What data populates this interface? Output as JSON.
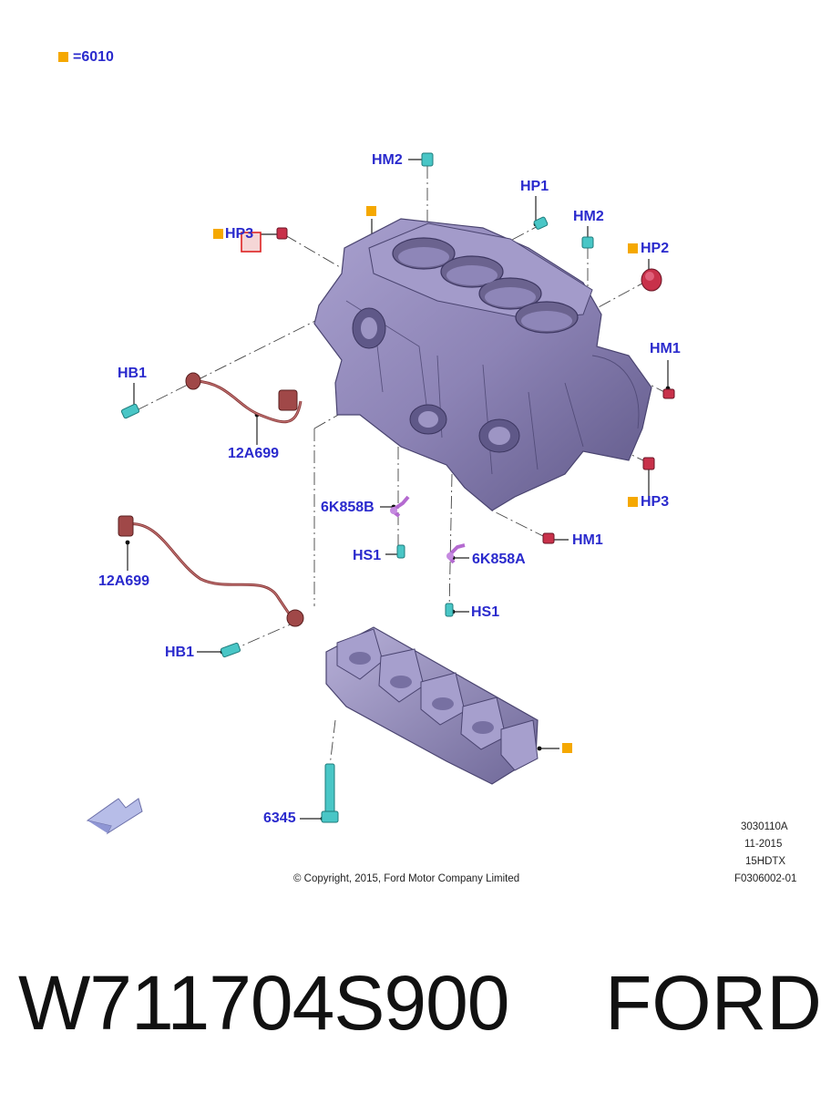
{
  "legend": {
    "swatch_color": "#f5a800",
    "equals_text": "=6010"
  },
  "callouts": {
    "hm2_top": "HM2",
    "hp1": "HP1",
    "hm2_right": "HM2",
    "hp2": "HP2",
    "hp3_left": "HP3",
    "hm1_right": "HM1",
    "hb1_upper": "HB1",
    "sensor_upper": "12A699",
    "hp3_right": "HP3",
    "sensor_6k858b": "6K858B",
    "hm1_lower": "HM1",
    "hs1_left": "HS1",
    "sensor_6k858a": "6K858A",
    "hs1_lower": "HS1",
    "sensor_lower": "12A699",
    "hb1_lower": "HB1",
    "bolt_6345": "6345"
  },
  "info_block": {
    "line1": "3030110A",
    "line2": "11-2015",
    "line3": "15HDTX",
    "line4": "F0306002-01"
  },
  "copyright": "© Copyright, 2015, Ford Motor Company Limited",
  "footer": {
    "part_number": "W711704S900",
    "brand": "FORD"
  },
  "colors": {
    "label_blue": "#2a2acd",
    "block_purple": "#8f86b6",
    "fastener_cyan": "#49c6c6",
    "fastener_red": "#c8314a",
    "sensor_purple": "#b46ad0",
    "harness_brown": "#8a3a3a"
  },
  "icons": {
    "view_arrow": "direction-arrow-icon"
  }
}
